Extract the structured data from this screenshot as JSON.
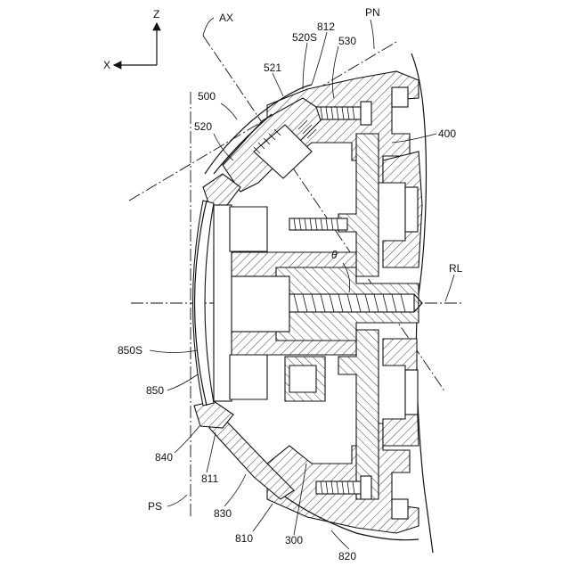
{
  "axes": {
    "z_label": "Z",
    "x_label": "X"
  },
  "reference_lines": {
    "ax": "AX",
    "pn": "PN",
    "rl": "RL",
    "ps": "PS"
  },
  "angle_symbol": "θ",
  "reference_numerals": {
    "n500": "500",
    "n520": "520",
    "n521": "521",
    "n520s": "520S",
    "n812": "812",
    "n530": "530",
    "n400": "400",
    "n850s": "850S",
    "n850": "850",
    "n840": "840",
    "n811": "811",
    "n830": "830",
    "n810": "810",
    "n300": "300",
    "n820": "820"
  }
}
